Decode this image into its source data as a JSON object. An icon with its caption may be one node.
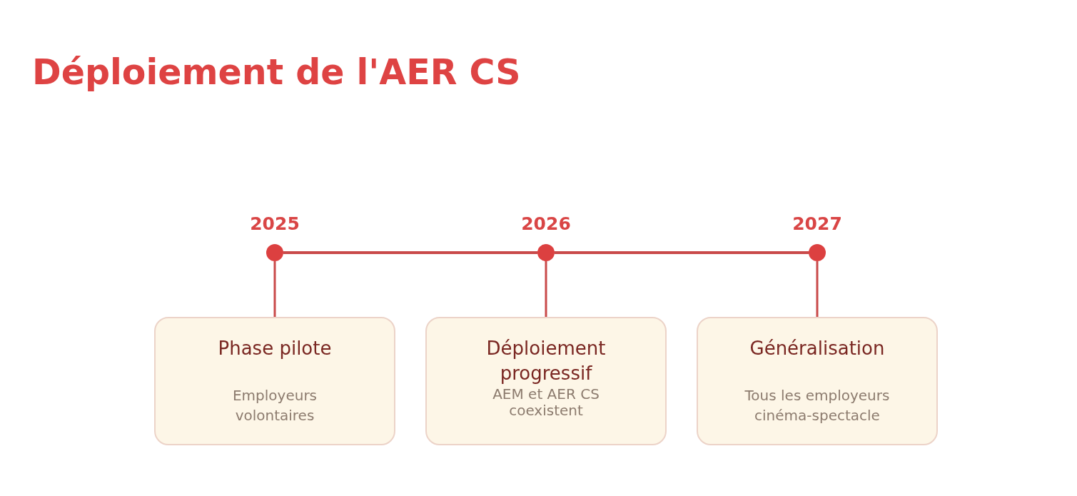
{
  "diagram": {
    "title": "Déploiement de l'AER CS",
    "nodes": [
      {
        "text": [],
        "shape": "circle",
        "beside": [
          "2025"
        ]
      },
      {
        "text": [],
        "shape": "circle",
        "beside": [
          "2026"
        ]
      },
      {
        "text": [],
        "shape": "circle",
        "beside": [
          "2027"
        ]
      },
      {
        "text": [
          "Phase pilote",
          "Employeurs volontaires"
        ]
      },
      {
        "text": [
          "Déploiement progressif",
          "AEM et AER CS coexistent"
        ]
      },
      {
        "text": [
          "Généralisation",
          "Tous les employeurs cinéma-spectacle"
        ]
      }
    ],
    "edges": [
      {
        "from": 0,
        "to": 1,
        "arrow": "none"
      },
      {
        "from": 1,
        "to": 2,
        "arrow": "none"
      },
      {
        "from": 0,
        "to": 3,
        "arrow": "none"
      },
      {
        "from": 1,
        "to": 4,
        "arrow": "none"
      },
      {
        "from": 2,
        "to": 5,
        "arrow": "none"
      }
    ]
  }
}
